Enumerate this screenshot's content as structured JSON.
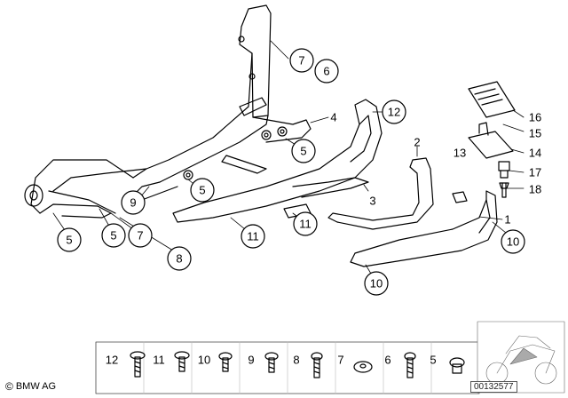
{
  "diagram": {
    "callouts": [
      {
        "id": "c7a",
        "label": "7"
      },
      {
        "id": "c6a",
        "label": "6"
      },
      {
        "id": "c12a",
        "label": "12"
      },
      {
        "id": "c5a",
        "label": "5"
      },
      {
        "id": "c9",
        "label": "9"
      },
      {
        "id": "c5b",
        "label": "5"
      },
      {
        "id": "c5c",
        "label": "5"
      },
      {
        "id": "c5d",
        "label": "5"
      },
      {
        "id": "c7b",
        "label": "7"
      },
      {
        "id": "c8",
        "label": "8"
      },
      {
        "id": "c11a",
        "label": "11"
      },
      {
        "id": "c11b",
        "label": "11"
      },
      {
        "id": "c10a",
        "label": "10"
      },
      {
        "id": "c10b",
        "label": "10"
      }
    ],
    "plain_labels": [
      {
        "id": "l4",
        "label": "4"
      },
      {
        "id": "l2",
        "label": "2"
      },
      {
        "id": "l3",
        "label": "3"
      },
      {
        "id": "l13",
        "label": "13"
      },
      {
        "id": "l1",
        "label": "1"
      },
      {
        "id": "l16",
        "label": "16"
      },
      {
        "id": "l15",
        "label": "15"
      },
      {
        "id": "l14",
        "label": "14"
      },
      {
        "id": "l17",
        "label": "17"
      },
      {
        "id": "l18",
        "label": "18"
      }
    ],
    "legend": [
      "12",
      "11",
      "10",
      "9",
      "8",
      "7",
      "6",
      "5"
    ],
    "brand": "BMW AG",
    "brand_symbol": "©",
    "doc_number": "00132577"
  }
}
